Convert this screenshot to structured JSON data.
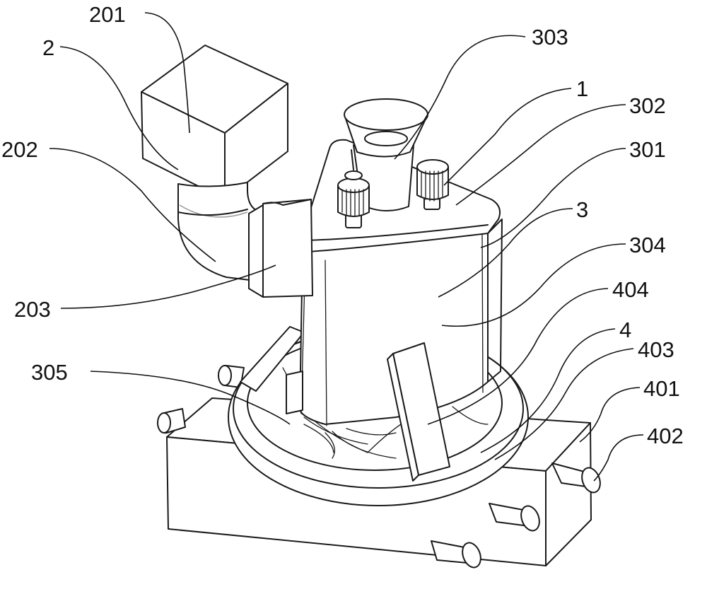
{
  "labels": {
    "l201": "201",
    "l2": "2",
    "l202": "202",
    "l203": "203",
    "l303": "303",
    "l1": "1",
    "l302": "302",
    "l301": "301",
    "l3": "3",
    "l304": "304",
    "l404": "404",
    "l4": "4",
    "l403": "403",
    "l305": "305",
    "l401": "401",
    "l402": "402"
  }
}
